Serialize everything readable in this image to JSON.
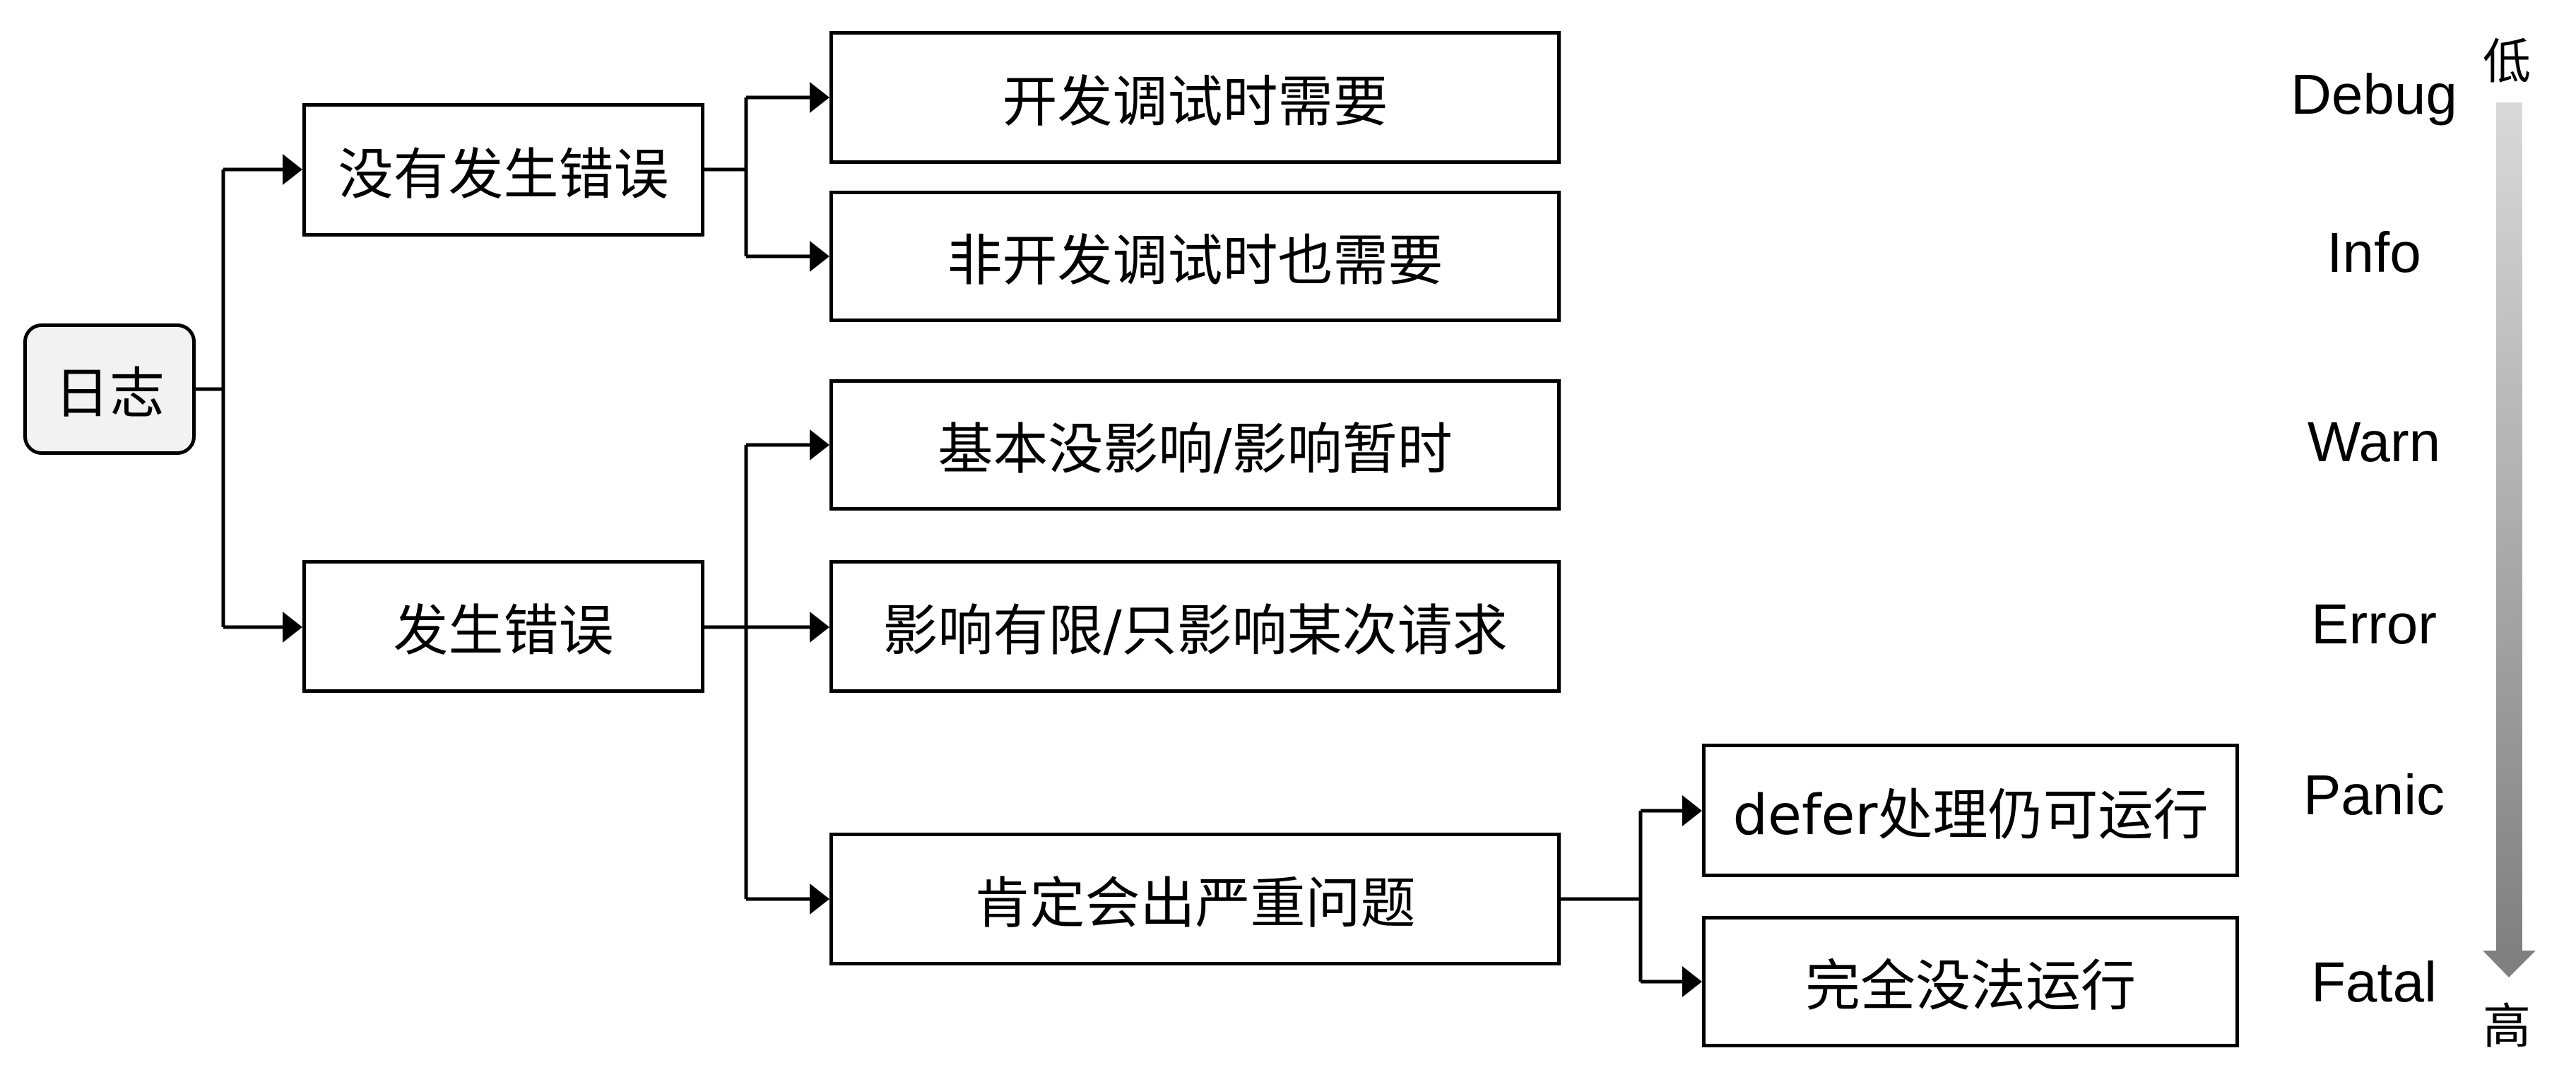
{
  "diagram": {
    "root": {
      "label": "日志"
    },
    "branches": [
      {
        "label": "没有发生错误",
        "children": [
          {
            "label": "开发调试时需要"
          },
          {
            "label": "非开发调试时也需要"
          }
        ]
      },
      {
        "label": "发生错误",
        "children": [
          {
            "label": "基本没影响/影响暂时"
          },
          {
            "label": "影响有限/只影响某次请求"
          },
          {
            "label": "肯定会出严重问题"
          }
        ]
      }
    ],
    "severe_children": [
      {
        "label": "defer处理仍可运行"
      },
      {
        "label": "完全没法运行"
      }
    ]
  },
  "levels": [
    "Debug",
    "Info",
    "Warn",
    "Error",
    "Panic",
    "Fatal"
  ],
  "scale": {
    "low_label": "低",
    "high_label": "高",
    "gradient_start": "#d9d9d9",
    "gradient_end": "#808080"
  }
}
